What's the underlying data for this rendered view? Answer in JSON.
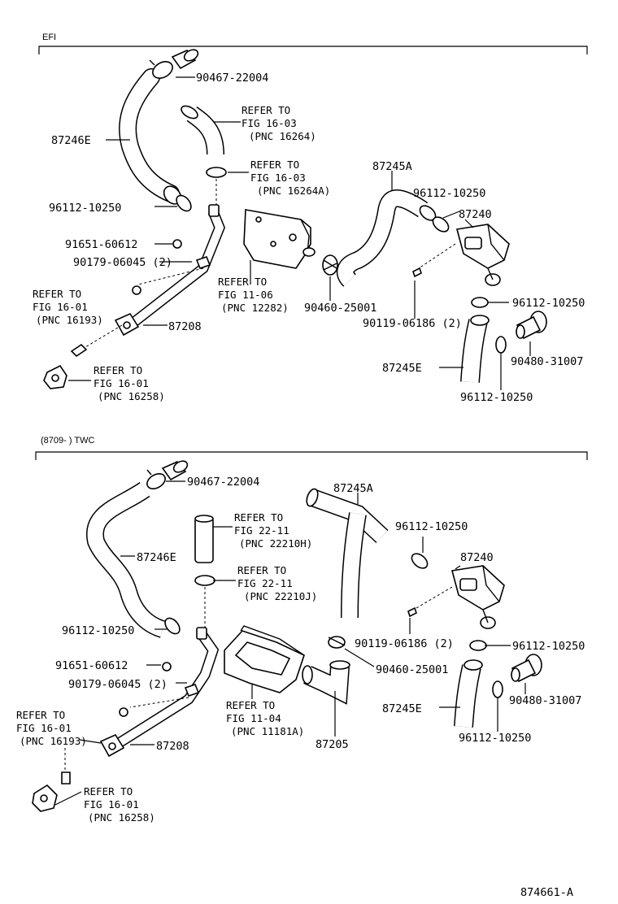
{
  "section_efi": {
    "header": "EFI",
    "labels": {
      "p90467": "90467-22004",
      "p87246e": "87246E",
      "ref1603_a_1": "REFER TO",
      "ref1603_a_2": "FIG 16-03",
      "ref1603_a_3": "(PNC 16264)",
      "ref1603_b_1": "REFER TO",
      "ref1603_b_2": "FIG 16-03",
      "ref1603_b_3": "(PNC 16264A)",
      "p87245a": "87245A",
      "p96112_a": "96112-10250",
      "p87240": "87240",
      "p96112_b": "96112-10250",
      "p91651": "91651-60612",
      "p90179": "90179-06045 (2)",
      "ref1106_1": "REFER TO",
      "ref1106_2": "FIG 11-06",
      "ref1106_3": "(PNC 12282)",
      "p90460": "90460-25001",
      "p90119": "90119-06186 (2)",
      "p96112_c": "96112-10250",
      "ref1601_a_1": "REFER TO",
      "ref1601_a_2": "FIG 16-01",
      "ref1601_a_3": "(PNC 16193)",
      "p87208": "87208",
      "p87245e": "87245E",
      "p90480": "90480-31007",
      "ref1601_b_1": "REFER TO",
      "ref1601_b_2": "FIG 16-01",
      "ref1601_b_3": "(PNC 16258)",
      "p96112_d": "96112-10250"
    }
  },
  "section_twc": {
    "header": "(8709-        ) TWC",
    "labels": {
      "p90467": "90467-22004",
      "p87245a": "87245A",
      "ref2211_a_1": "REFER TO",
      "ref2211_a_2": "FIG 22-11",
      "ref2211_a_3": "(PNC 22210H)",
      "p96112_a": "96112-10250",
      "p87246e": "87246E",
      "p87240": "87240",
      "ref2211_b_1": "REFER TO",
      "ref2211_b_2": "FIG 22-11",
      "ref2211_b_3": "(PNC 22210J)",
      "p96112_b": "96112-10250",
      "p90119": "90119-06186 (2)",
      "p96112_c": "96112-10250",
      "p91651": "91651-60612",
      "p90460": "90460-25001",
      "p90179": "90179-06045 (2)",
      "p90480": "90480-31007",
      "ref1601_a_1": "REFER TO",
      "ref1601_a_2": "FIG 16-01",
      "ref1601_a_3": "(PNC 16193)",
      "ref1104_1": "REFER TO",
      "ref1104_2": "FIG 11-04",
      "ref1104_3": "(PNC 11181A)",
      "p87245e": "87245E",
      "p87208": "87208",
      "p87205": "87205",
      "p96112_d": "96112-10250",
      "ref1601_b_1": "REFER TO",
      "ref1601_b_2": "FIG 16-01",
      "ref1601_b_3": "(PNC 16258)"
    }
  },
  "footer": {
    "figure_id": "874661-A"
  }
}
